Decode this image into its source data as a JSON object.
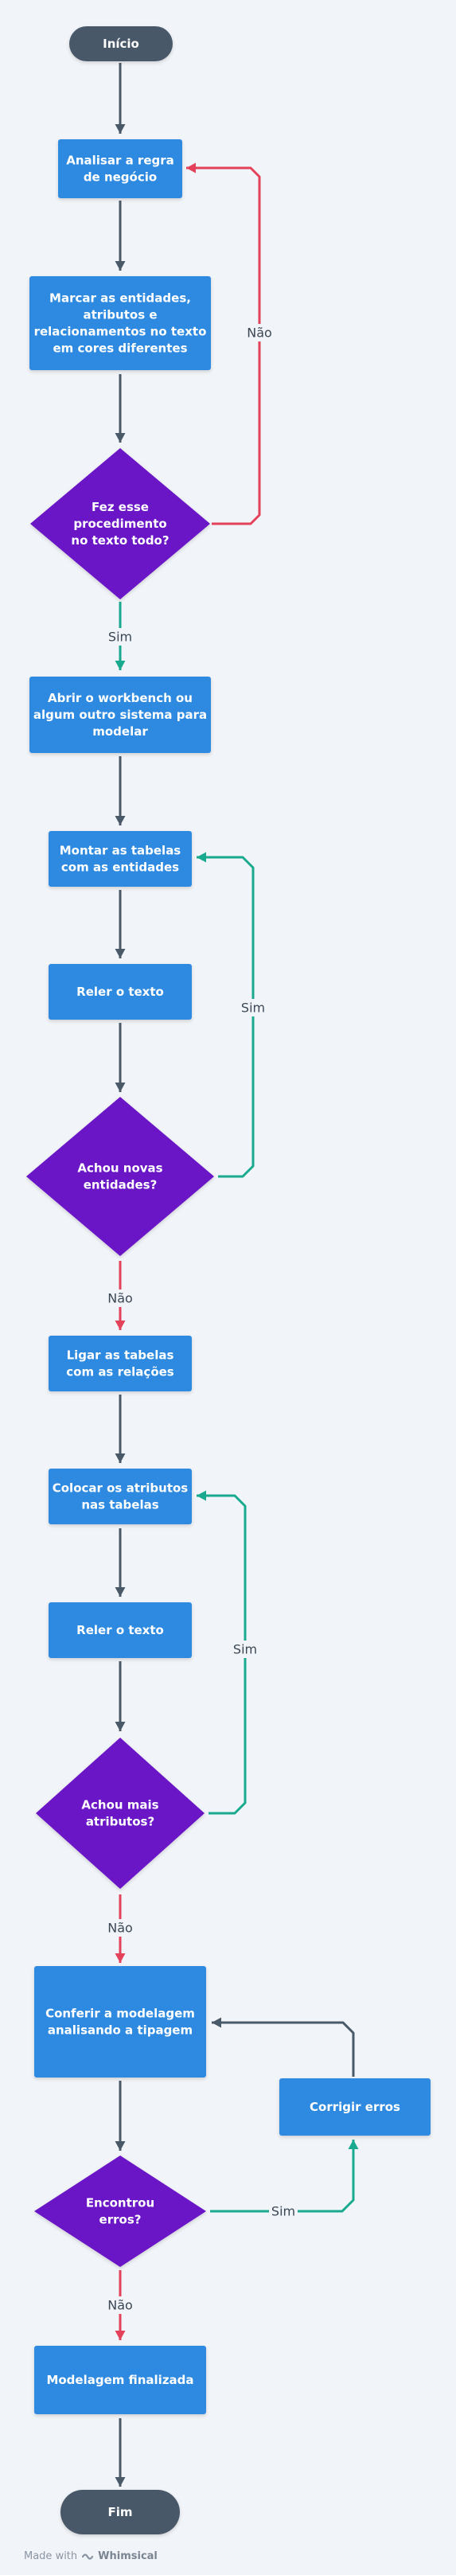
{
  "diagram": {
    "colors": {
      "background": "#f1f4f8",
      "terminal": "#4a5968",
      "process": "#2f8ae0",
      "decision": "#6a12c6",
      "edge_default": "#4a5968",
      "edge_no": "#e3425a",
      "edge_yes": "#19a98f"
    },
    "nodes": {
      "start": "Início",
      "n1": [
        "Analisar a regra",
        "de negócio"
      ],
      "n2": [
        "Marcar as entidades,",
        "atributos e",
        "relacionamentos no texto",
        "em cores diferentes"
      ],
      "d1": [
        "Fez esse",
        "procedimento",
        "no texto todo?"
      ],
      "n3": [
        "Abrir o workbench ou",
        "algum outro sistema para",
        "modelar"
      ],
      "n4": [
        "Montar as tabelas",
        "com as entidades"
      ],
      "n5": [
        "Reler o texto"
      ],
      "d2": [
        "Achou novas",
        "entidades?"
      ],
      "n6": [
        "Ligar as tabelas",
        "com as relações"
      ],
      "n7": [
        "Colocar os atributos",
        "nas tabelas"
      ],
      "n8": [
        "Reler o texto"
      ],
      "d3": [
        "Achou mais",
        "atributos?"
      ],
      "n9": [
        "Conferir a modelagem",
        "analisando a tipagem"
      ],
      "n10": [
        "Corrigir erros"
      ],
      "d4": [
        "Encontrou",
        "erros?"
      ],
      "n11": [
        "Modelagem finalizada"
      ],
      "end": "Fim"
    },
    "edge_labels": {
      "d1_no": "Não",
      "d1_yes": "Sim",
      "d2_yes": "Sim",
      "d2_no": "Não",
      "d3_yes": "Sim",
      "d3_no": "Não",
      "d4_yes": "Sim",
      "d4_no": "Não"
    }
  },
  "footer": {
    "prefix": "Made with",
    "brand": "Whimsical",
    "logo_icon": "whimsical-logo-icon"
  }
}
